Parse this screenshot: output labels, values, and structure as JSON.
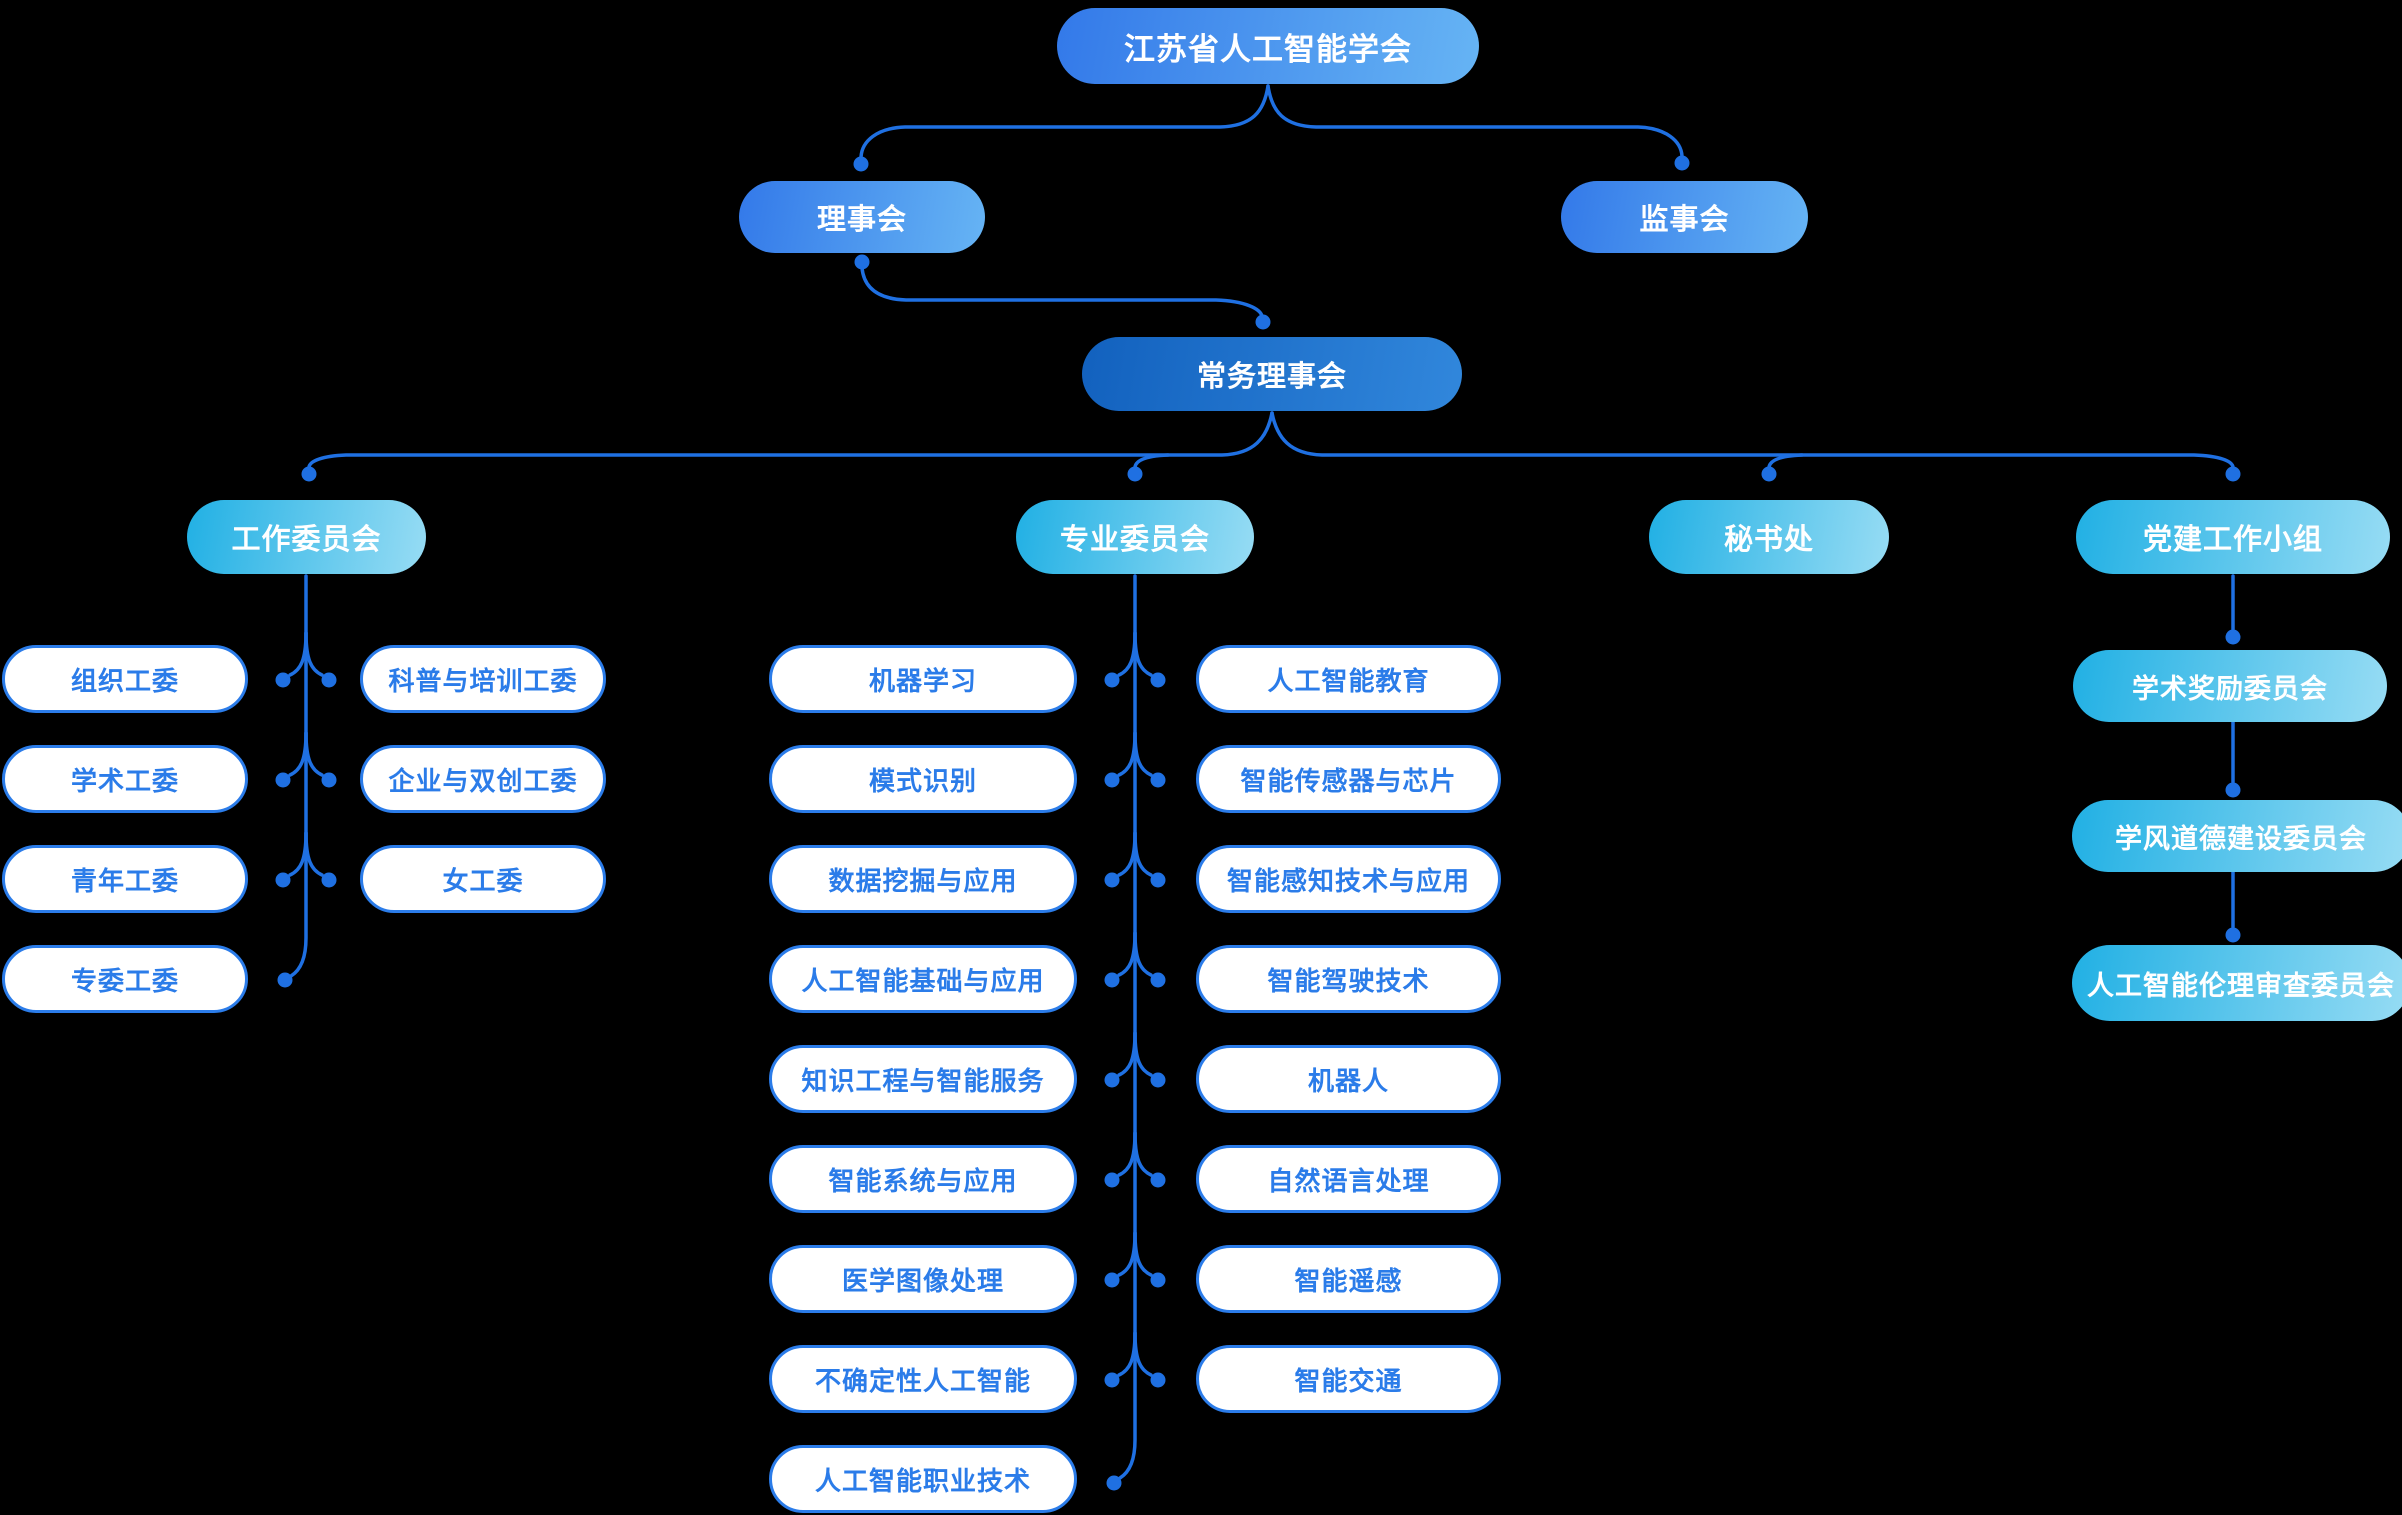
{
  "nodes": {
    "root": "江苏省人工智能学会",
    "council": "理事会",
    "board_of_supervisors": "监事会",
    "standing_council": "常务理事会",
    "work_committee": "工作委员会",
    "professional_committee": "专业委员会",
    "secretariat": "秘书处",
    "party_building_group": "党建工作小组"
  },
  "work_left": [
    "组织工委",
    "学术工委",
    "青年工委",
    "专委工委"
  ],
  "work_right": [
    "科普与培训工委",
    "企业与双创工委",
    "女工委"
  ],
  "prof_left": [
    "机器学习",
    "模式识别",
    "数据挖掘与应用",
    "人工智能基础与应用",
    "知识工程与智能服务",
    "智能系统与应用",
    "医学图像处理",
    "不确定性人工智能",
    "人工智能职业技术"
  ],
  "prof_right": [
    "人工智能教育",
    "智能传感器与芯片",
    "智能感知技术与应用",
    "智能驾驶技术",
    "机器人",
    "自然语言处理",
    "智能遥感",
    "智能交通"
  ],
  "party_children": [
    "学术奖励委员会",
    "学风道德建设委员会",
    "人工智能伦理审查委员会"
  ],
  "colors": {
    "background": "#000000",
    "connector": "#1F70E2",
    "node_blue_start": "#3379E9",
    "node_blue_end": "#66B4F4",
    "node_dark_start": "#1261BE",
    "node_dark_end": "#3187DC",
    "node_cyan_start": "#21B0E4",
    "node_cyan_end": "#97DCF4",
    "leaf_bg": "#FFFFFF",
    "leaf_border": "#2B7CE9",
    "leaf_text": "#2B7CE9",
    "node_text": "#FFFFFF"
  }
}
